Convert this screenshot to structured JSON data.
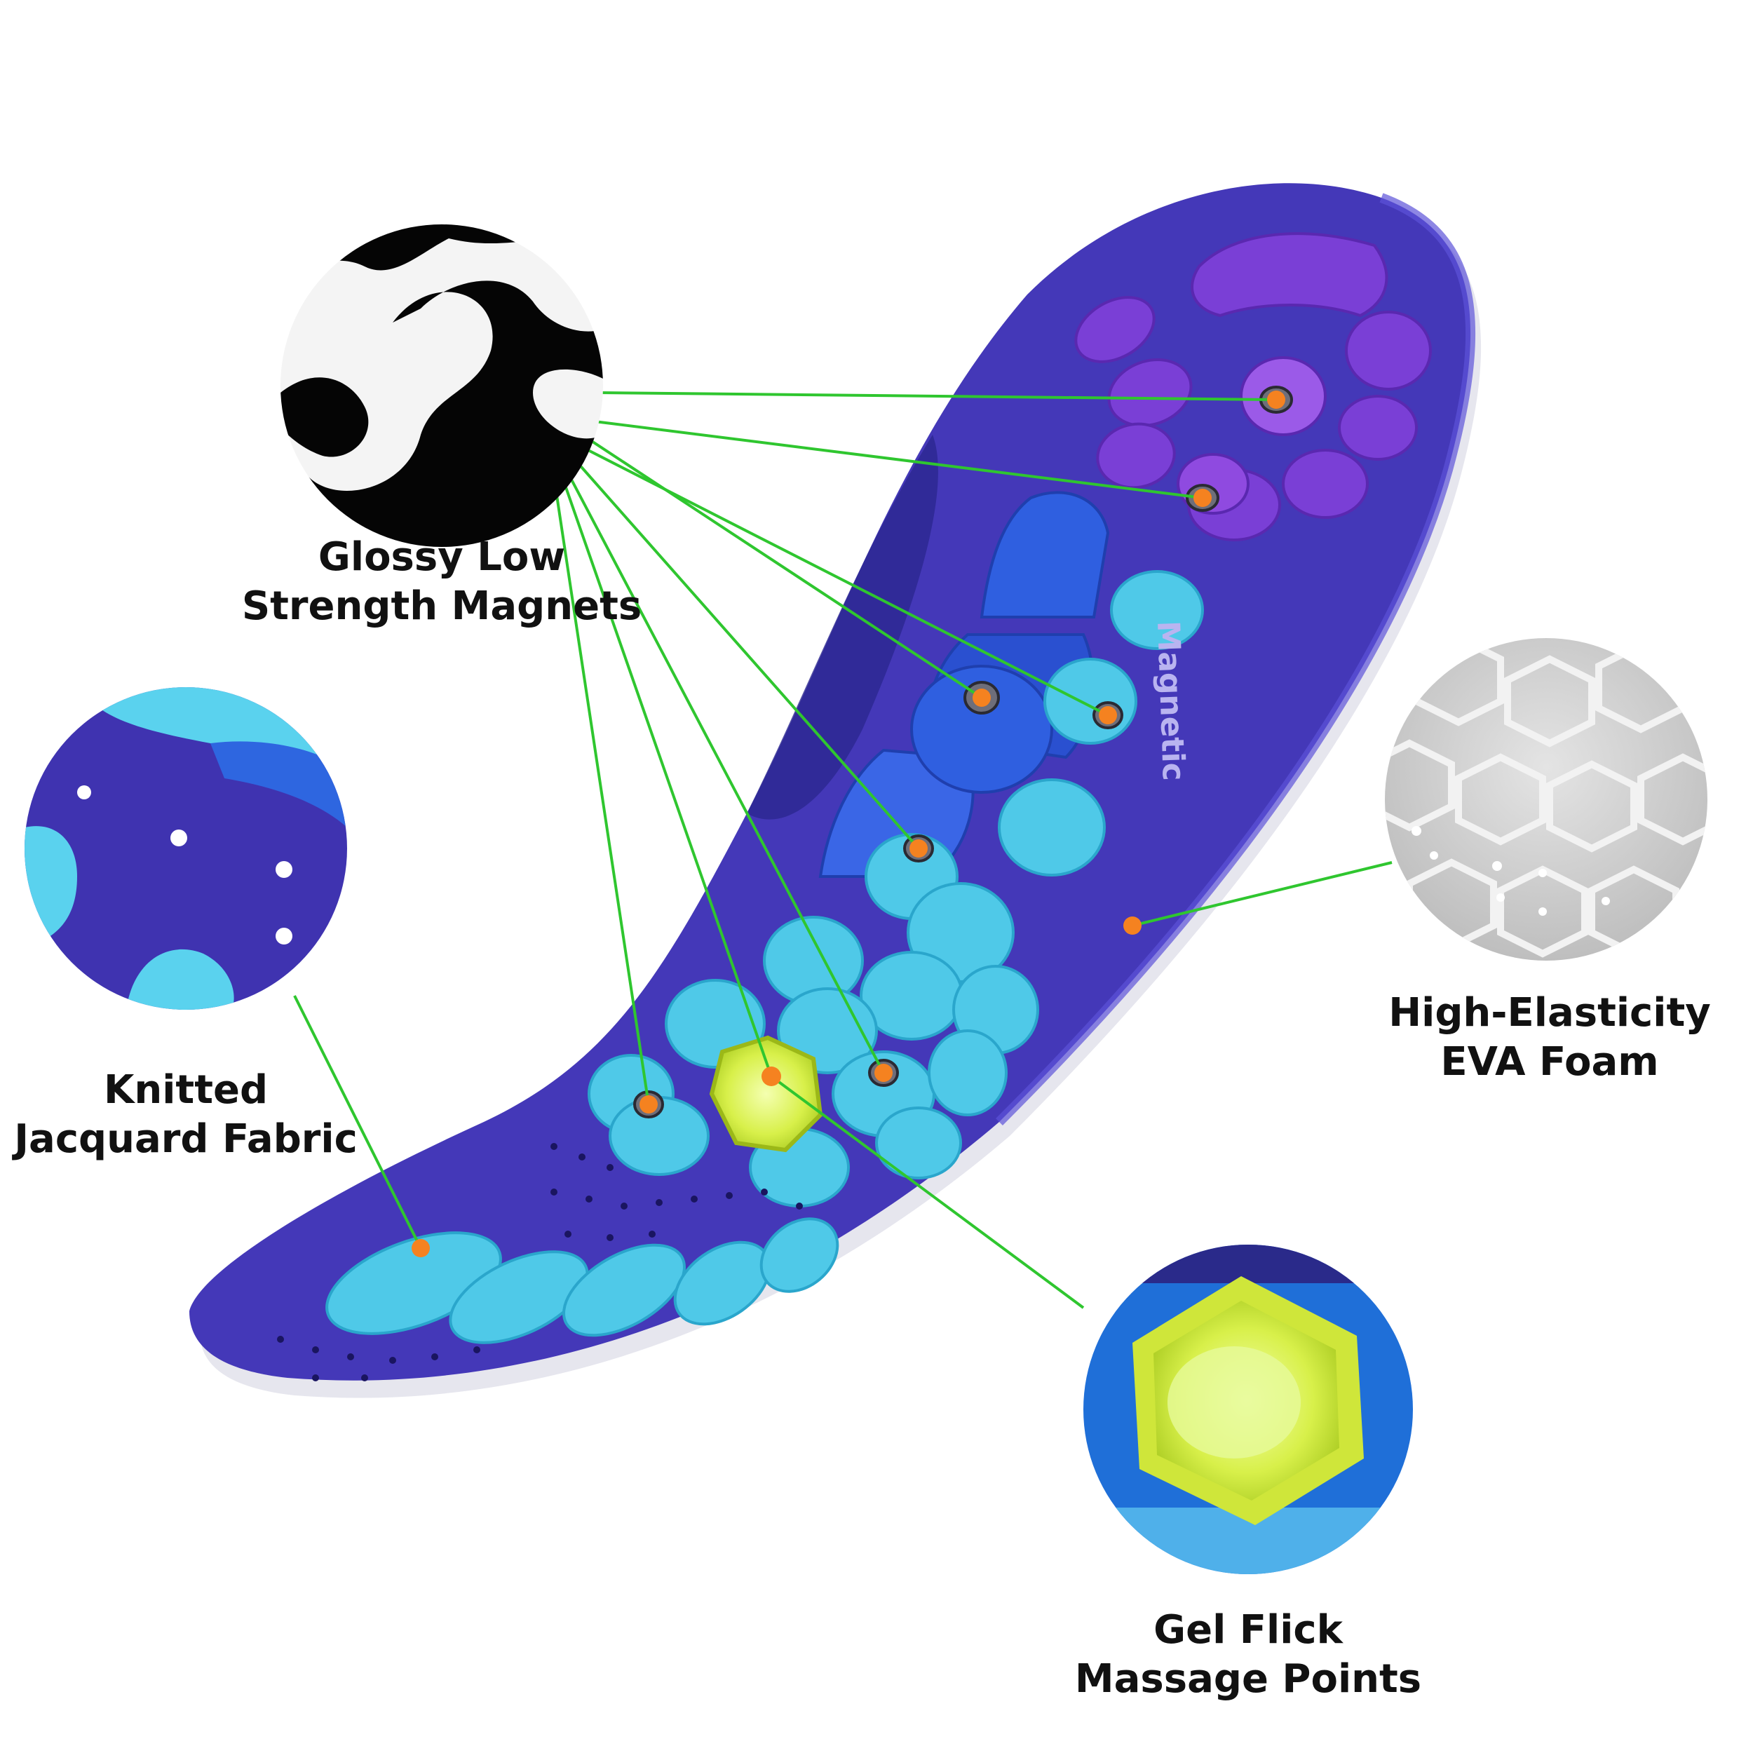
{
  "colors": {
    "background": "#ffffff",
    "insole_base": "#4438b8",
    "insole_edge": "#2f2a98",
    "pad_purple": "#7a3fd6",
    "pad_blue": "#2f5fe0",
    "pad_cyan": "#4fc9e8",
    "gel_yellow": "#d8f04a",
    "leader_line": "#2fc62f",
    "marker_dot": "#f58220",
    "sole_white": "#e8e8ee"
  },
  "icons": {
    "magnets": "magnet-closeup-icon",
    "fabric": "fabric-closeup-icon",
    "foam": "honeycomb-foam-closeup-icon",
    "gel": "gel-hexagon-closeup-icon"
  },
  "insole": {
    "brand_text": "Magnetic"
  },
  "features": {
    "magnets": {
      "line1": "Glossy Low",
      "line2": "Strength Magnets"
    },
    "fabric": {
      "line1": "Knitted",
      "line2": "Jacquard Fabric"
    },
    "foam": {
      "line1": "High-Elasticity",
      "line2": "EVA Foam"
    },
    "gel": {
      "line1": "Gel Flick",
      "line2": "Massage Points"
    }
  }
}
